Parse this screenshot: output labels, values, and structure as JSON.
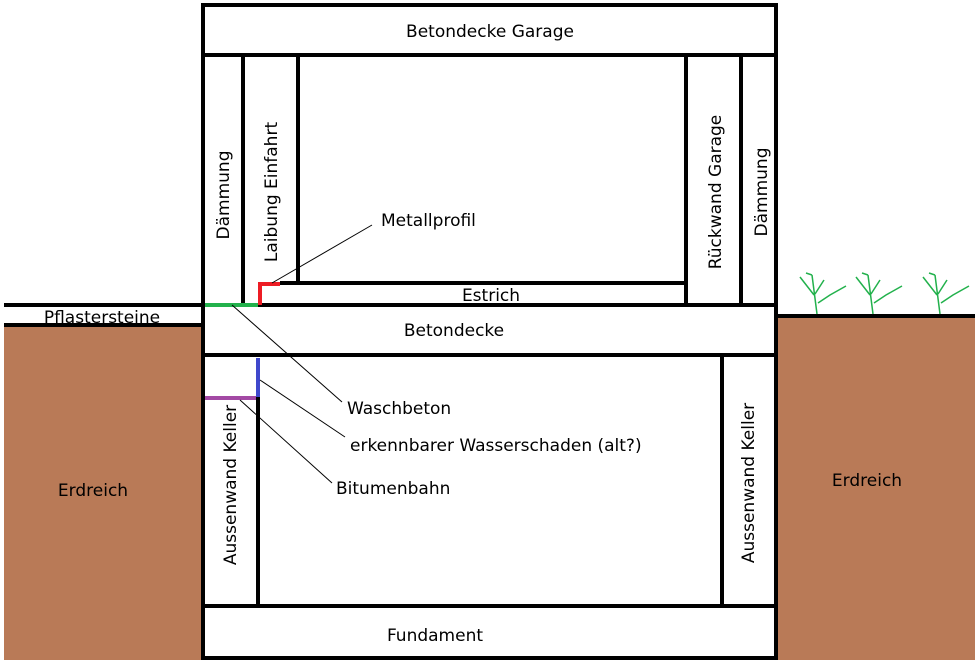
{
  "labels": {
    "betondecke_garage": "Betondecke Garage",
    "daemmung_left": "Dämmung",
    "laibung": "Laibung Einfahrt",
    "metallprofil": "Metallprofil",
    "rueckwand": "Rückwand Garage",
    "daemmung_right": "Dämmung",
    "estrich": "Estrich",
    "pflastersteine": "Pflastersteine",
    "betondecke": "Betondecke",
    "waschbeton": "Waschbeton",
    "wasserschaden": "erkennbarer Wasserschaden (alt?)",
    "bitumenbahn": "Bitumenbahn",
    "aussenwand_left": "Aussenwand Keller",
    "aussenwand_right": "Aussenwand Keller",
    "erdreich_left": "Erdreich",
    "erdreich_right": "Erdreich",
    "fundament": "Fundament"
  },
  "colors": {
    "earth": "#b97a57",
    "grass": "#22b14c",
    "metallprofil": "#ed1c24",
    "waschbeton": "#22b14c",
    "wasserschaden": "#3f48cc",
    "bitumenbahn": "#a349a4"
  }
}
